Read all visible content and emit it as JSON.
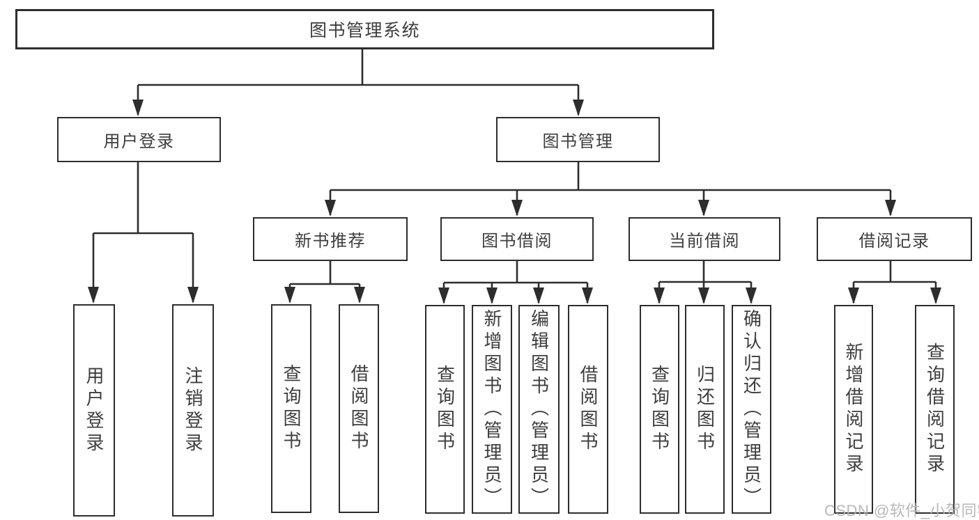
{
  "diagram": {
    "root": {
      "label": "图书管理系统"
    },
    "branches": [
      {
        "label": "用户登录",
        "children": [
          {
            "label": "用户登录"
          },
          {
            "label": "注销登录"
          }
        ]
      },
      {
        "label": "图书管理",
        "sections": [
          {
            "label": "新书推荐",
            "children": [
              {
                "label": "查询图书"
              },
              {
                "label": "借阅图书"
              }
            ]
          },
          {
            "label": "图书借阅",
            "children": [
              {
                "label": "查询图书"
              },
              {
                "label": "新增图书（管理员）"
              },
              {
                "label": "编辑图书（管理员）"
              },
              {
                "label": "借阅图书"
              }
            ]
          },
          {
            "label": "当前借阅",
            "children": [
              {
                "label": "查询图书"
              },
              {
                "label": "归还图书"
              },
              {
                "label": "确认归还（管理员）"
              }
            ]
          },
          {
            "label": "借阅记录",
            "children": [
              {
                "label": "新增借阅记录"
              },
              {
                "label": "查询借阅记录"
              }
            ]
          }
        ]
      }
    ]
  },
  "watermark": {
    "text": "CSDN @软件_小贺同学"
  },
  "colors": {
    "line": "#2d2d2d",
    "text": "#3d3d3d",
    "watermark": "#b3b3b3",
    "background": "#ffffff"
  }
}
